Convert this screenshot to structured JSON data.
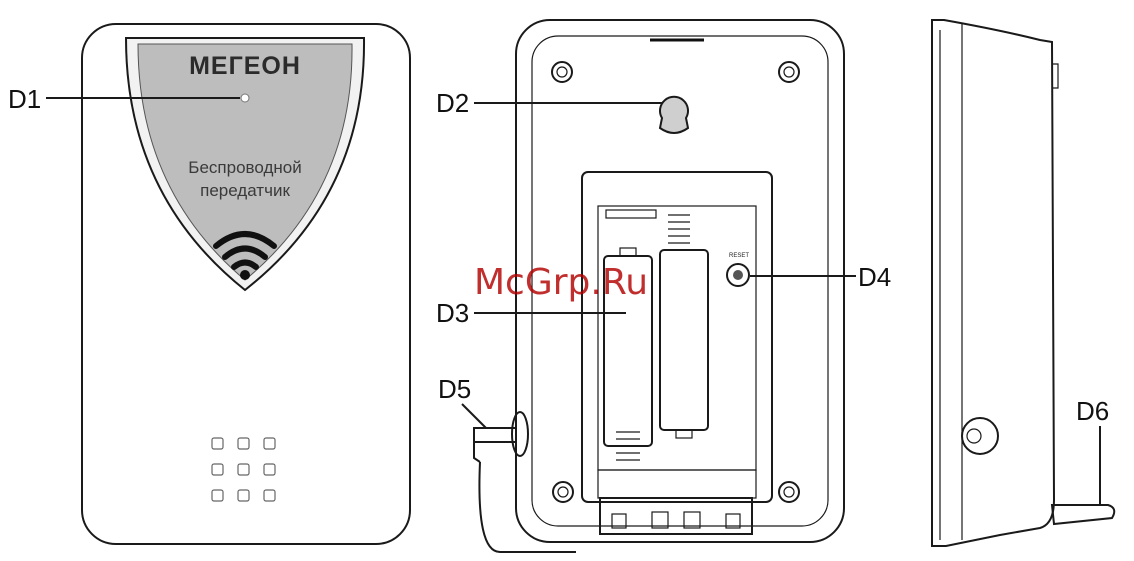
{
  "front_panel": {
    "brand": "МЕГЕОН",
    "caption_line1": "Беспроводной",
    "caption_line2": "передатчик",
    "wifi_icon": "wifi-icon",
    "vent_grid": {
      "rows": 3,
      "cols": 3
    }
  },
  "back_panel": {
    "reset_text": "RESET"
  },
  "callouts": {
    "d1": "D1",
    "d2": "D2",
    "d3": "D3",
    "d4": "D4",
    "d5": "D5",
    "d6": "D6"
  },
  "watermark": "McGrp.Ru",
  "colors": {
    "line": "#1a1a1a",
    "shield_fill": "#bdbdbd",
    "watermark": "#b30000"
  }
}
